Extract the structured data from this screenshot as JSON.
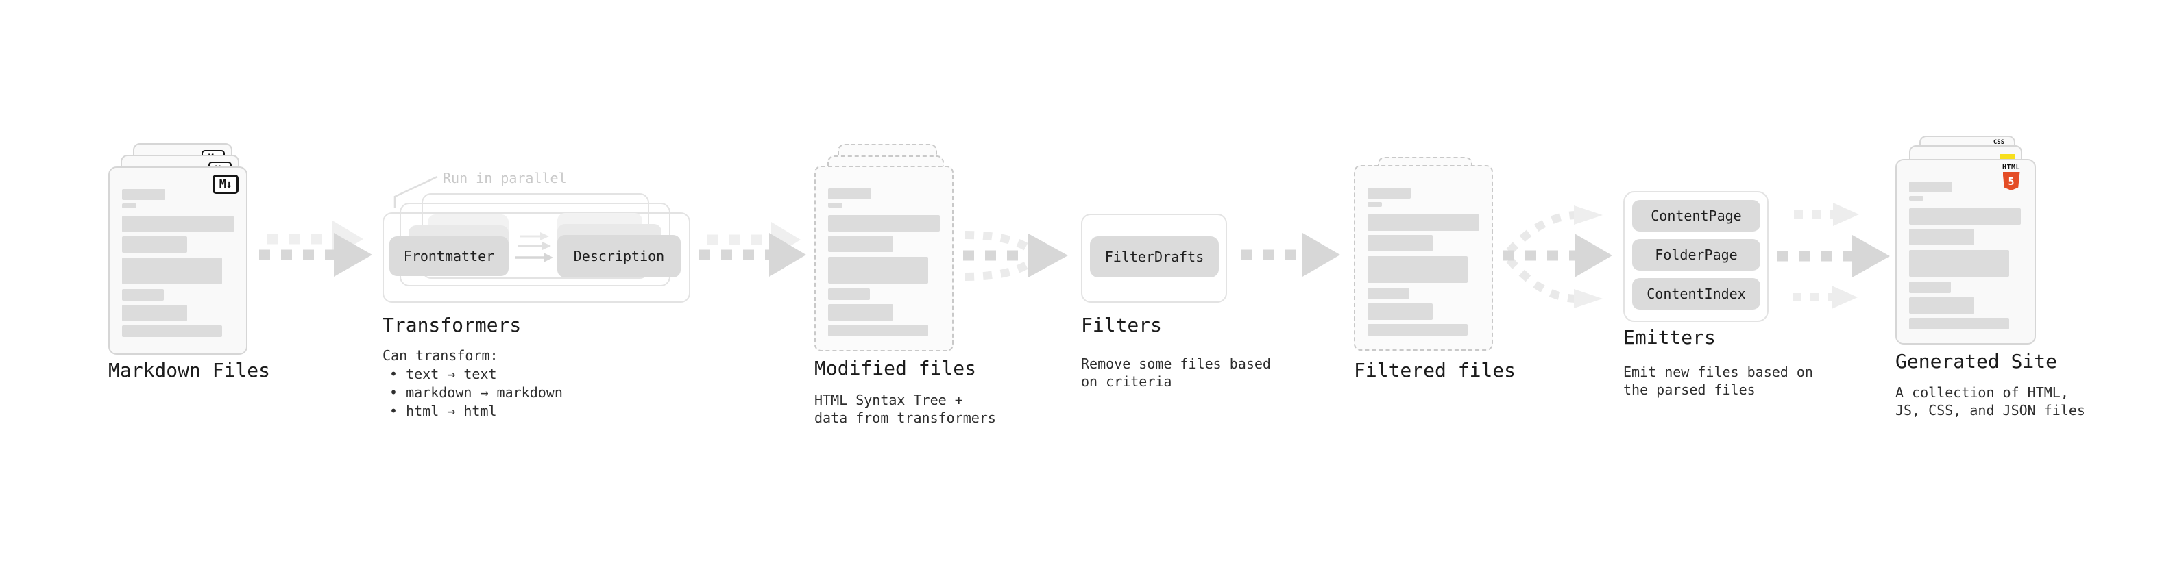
{
  "markdown": {
    "label": "Markdown Files",
    "badge": "M↓"
  },
  "transformers": {
    "note": "Run in parallel",
    "step1": "Frontmatter",
    "step2": "Description",
    "label": "Transformers",
    "desc_title": "Can transform:",
    "bullets": "• text → text\n• markdown → markdown\n• html → html"
  },
  "modified": {
    "label": "Modified files",
    "desc": "HTML Syntax Tree +\ndata from transformers"
  },
  "filters": {
    "label": "Filters",
    "button": "FilterDrafts",
    "desc": "Remove some files based\non criteria"
  },
  "filtered": {
    "label": "Filtered files"
  },
  "emitters": {
    "label": "Emitters",
    "button1": "ContentPage",
    "button2": "FolderPage",
    "button3": "ContentIndex",
    "desc": "Emit new files based on\nthe parsed files"
  },
  "generated": {
    "label": "Generated Site",
    "badge_css": "CSS",
    "badge_html": "HTML",
    "badge_five": "5",
    "desc": "A collection of HTML,\nJS, CSS, and JSON files"
  },
  "colors": {
    "css_blue": "#2965f1",
    "js_yellow": "#f7df1e",
    "html_orange": "#e44d26"
  }
}
